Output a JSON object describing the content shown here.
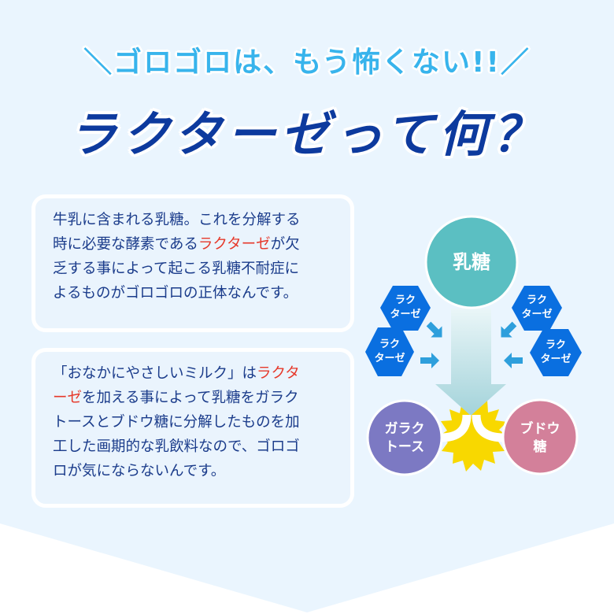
{
  "header": {
    "subtitle_left_mark": "＼",
    "subtitle": "ゴロゴロは、もう怖くない!!",
    "subtitle_right_mark": "／",
    "title": "ラクターゼって何？"
  },
  "box1": {
    "lines": [
      {
        "parts": [
          {
            "text": "牛乳に含まれる乳糖。これを分解する",
            "highlight": false
          }
        ]
      },
      {
        "parts": [
          {
            "text": "時に必要な酵素である",
            "highlight": false
          },
          {
            "text": "ラクターゼ",
            "highlight": true
          },
          {
            "text": "が欠",
            "highlight": false
          }
        ]
      },
      {
        "parts": [
          {
            "text": "乏する事によって起こる乳糖不耐症に",
            "highlight": false
          }
        ]
      },
      {
        "parts": [
          {
            "text": "よるものがゴロゴロの正体なんです。",
            "highlight": false
          }
        ]
      }
    ]
  },
  "box2": {
    "lines": [
      {
        "parts": [
          {
            "text": "「おなかにやさしいミルク」は",
            "highlight": false
          },
          {
            "text": "ラクタ",
            "highlight": true
          }
        ]
      },
      {
        "parts": [
          {
            "text": "ーゼ",
            "highlight": true
          },
          {
            "text": "を加える事によって乳糖をガラク",
            "highlight": false
          }
        ]
      },
      {
        "parts": [
          {
            "text": "トースとブドウ糖に分解したものを加",
            "highlight": false
          }
        ]
      },
      {
        "parts": [
          {
            "text": "工した画期的な乳飲料なので、ゴロゴ",
            "highlight": false
          }
        ]
      },
      {
        "parts": [
          {
            "text": "ロが気にならないんです。",
            "highlight": false
          }
        ]
      }
    ]
  },
  "diagram": {
    "lactose": {
      "label": "乳糖",
      "color": "#5bbfc2"
    },
    "enzymes": [
      {
        "line1": "ラク",
        "line2": "ターゼ"
      },
      {
        "line1": "ラク",
        "line2": "ターゼ"
      },
      {
        "line1": "ラク",
        "line2": "ターゼ"
      },
      {
        "line1": "ラク",
        "line2": "ターゼ"
      }
    ],
    "enzyme_color": "#0a6fe0",
    "galactose": {
      "line1": "ガラク",
      "line2": "トース",
      "color": "#7c79c3"
    },
    "glucose": {
      "line1": "ブドウ",
      "line2": "糖",
      "color": "#d3809a"
    },
    "burst_color": "#f8d800",
    "arrow_color": "#2e9fdc"
  },
  "colors": {
    "background": "#eaf5fe",
    "title": "#0d3a9e",
    "subtitle": "#38b4ec",
    "body_text": "#1b3c8b",
    "highlight": "#e6392b"
  }
}
